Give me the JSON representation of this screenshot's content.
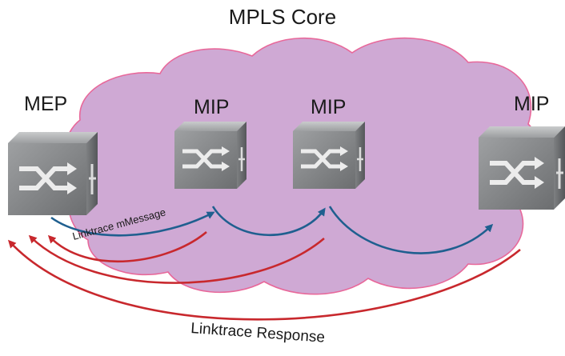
{
  "title": "MPLS Core",
  "nodes": [
    {
      "label": "MEP",
      "type": "switch-icon"
    },
    {
      "label": "MIP",
      "type": "switch-icon"
    },
    {
      "label": "MIP",
      "type": "switch-icon"
    },
    {
      "label": "MIP",
      "type": "switch-icon"
    }
  ],
  "arrows": {
    "message_label": "Linktrace mMessage",
    "response_label": "Linktrace Response",
    "message_color": "#1f5f8f",
    "response_color": "#c8282d"
  },
  "colors": {
    "cloud_fill": "#cfa9d4",
    "cloud_stroke": "#e8689a",
    "switch_body": "#8a8c8e"
  }
}
